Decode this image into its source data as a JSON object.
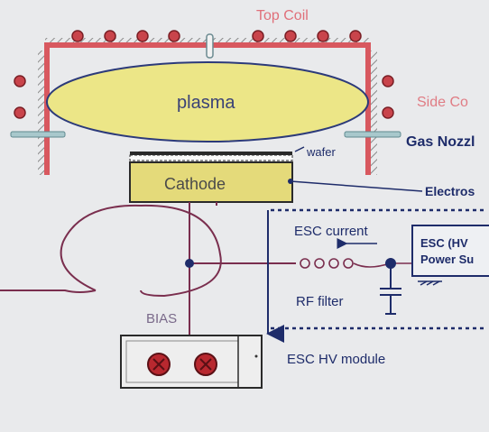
{
  "labels": {
    "top_coil": "Top Coil",
    "plasma": "plasma",
    "side_coil": "Side Co",
    "gas_nozzle": "Gas Nozzl",
    "wafer": "wafer",
    "cathode": "Cathode",
    "electrostatic": "Electros",
    "esc_current": "ESC current",
    "esc_supply_line1": "ESC (HV",
    "esc_supply_line2": "Power Su",
    "rf_filter": "RF filter",
    "bias": "BIAS",
    "esc_hv_module": "ESC HV module"
  },
  "colors": {
    "background": "#e9eaec",
    "chamber_wall": "#d8585f",
    "coil": "#c9444b",
    "plasma_fill": "#ece687",
    "cathode_fill": "#e4da7a",
    "wire": "#7a2e4e",
    "ink": "#1e2c6a",
    "gas_nozzle": "#8fb8be"
  }
}
